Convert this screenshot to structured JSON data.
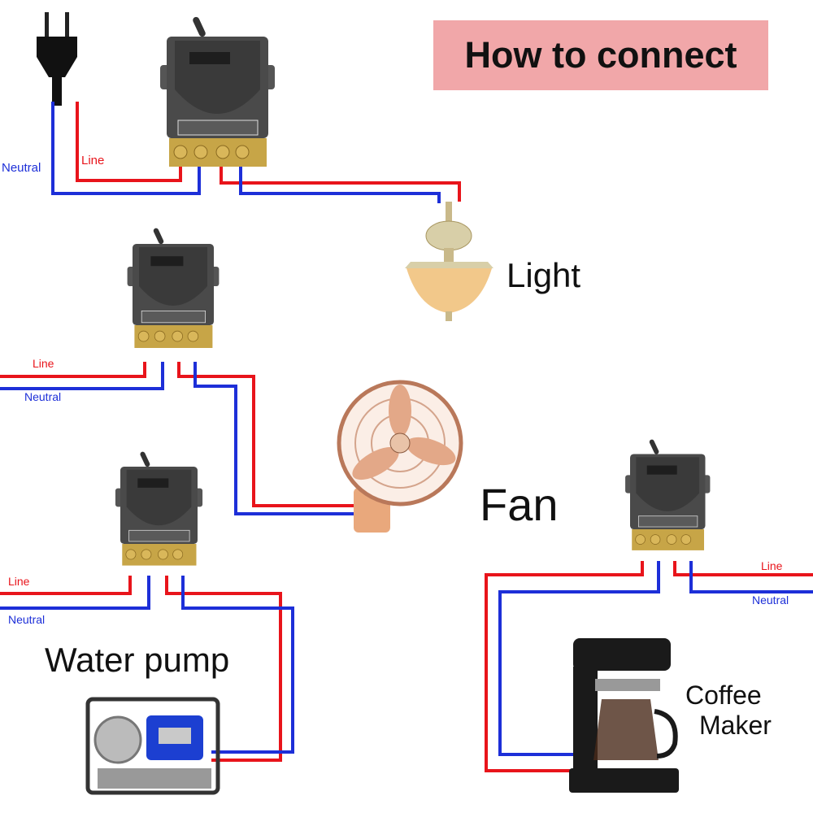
{
  "title": "How to connect",
  "colors": {
    "line": "#e8141b",
    "neutral": "#1d2fd8",
    "title_bg": "#f1a7a9"
  },
  "labels": {
    "top_neutral": "Neutral",
    "top_line": "Line",
    "fan_line": "Line",
    "fan_neutral": "Neutral",
    "pump_line": "Line",
    "pump_neutral": "Neutral",
    "coffee_line": "Line",
    "coffee_neutral": "Neutral"
  },
  "appliances": {
    "light": "Light",
    "fan": "Fan",
    "pump": "Water pump",
    "coffee_1": "Coffee",
    "coffee_2": "Maker"
  }
}
